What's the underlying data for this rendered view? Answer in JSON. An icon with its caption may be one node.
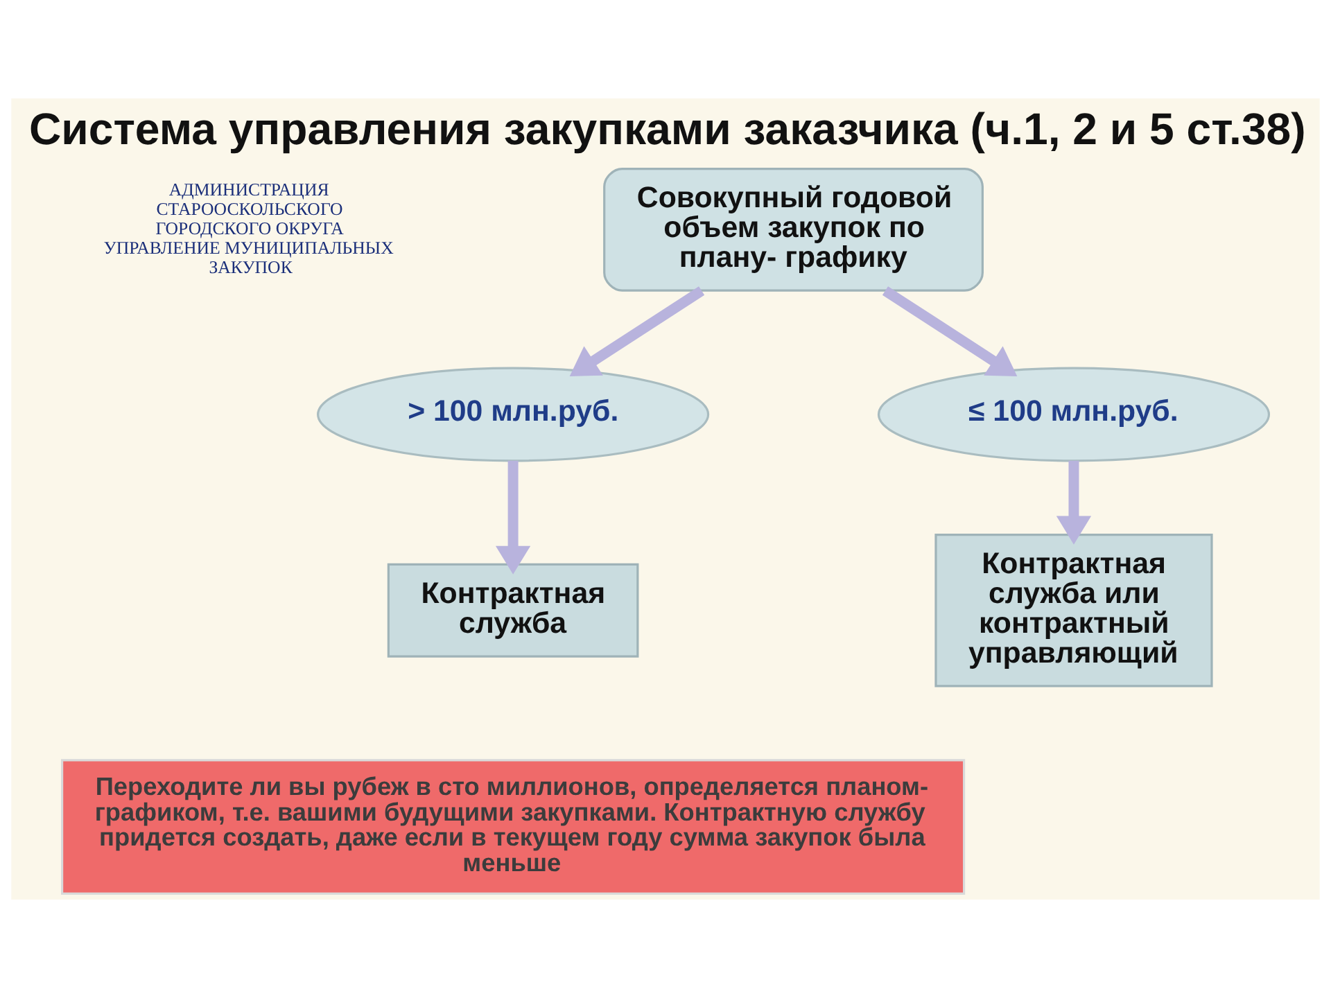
{
  "diagram": {
    "title": "Система управления закупками заказчика (ч.1, 2 и 5 ст.38)",
    "nodes": [
      {
        "text": [
          "Совокупный годовой объем закупок по плану- графику"
        ]
      },
      {
        "text": [
          "> 100 млн.руб."
        ]
      },
      {
        "text": [
          "≤ 100 млн.руб."
        ]
      },
      {
        "text": [
          "Контрактная служба"
        ]
      },
      {
        "text": [
          "Контрактная служба или контрактный управляющий"
        ]
      },
      {
        "text": [
          "Переходите ли вы рубеж в сто миллионов, определяется планом- графиком, т.е. вашими будущими закупками. Контрактную службу придется создать, даже если в текущем году сумма закупок была меньше"
        ]
      }
    ],
    "edges": [
      {
        "from": 0,
        "to": 1,
        "arrow": "to"
      },
      {
        "from": 0,
        "to": 2,
        "arrow": "to"
      },
      {
        "from": 1,
        "to": 3,
        "arrow": "to"
      },
      {
        "from": 2,
        "to": 4,
        "arrow": "to"
      }
    ],
    "labels": [
      "АДМИНИСТРАЦИЯ СТАРООСКОЛЬСКОГО ГОРОДСКОГО ОКРУГА УПРАВЛЕНИЕ МУНИЦИПАЛЬНЫХ ЗАКУПОК"
    ]
  }
}
